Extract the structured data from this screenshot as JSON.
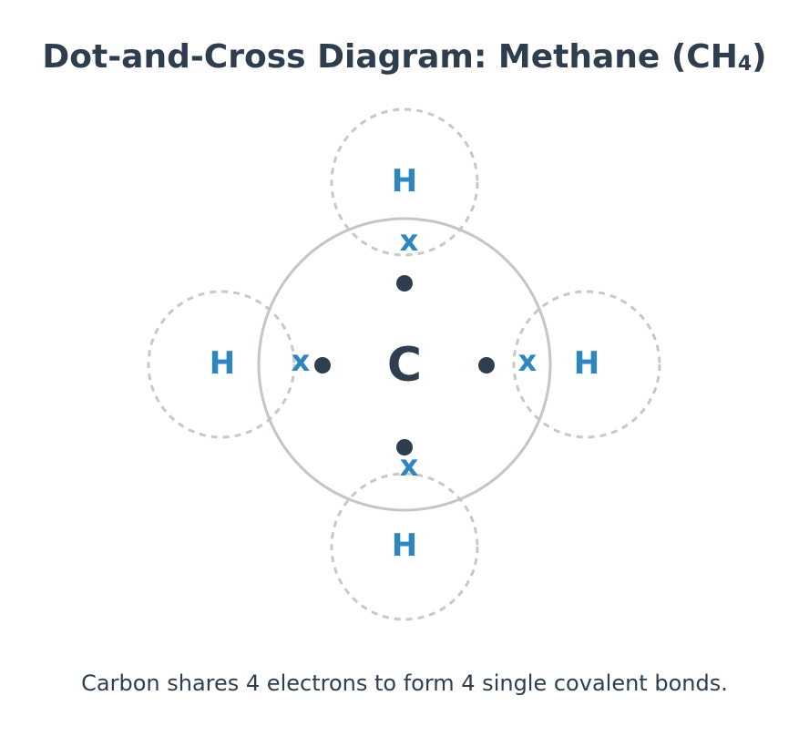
{
  "title": {
    "text": "Dot-and-Cross Diagram: Methane (CH",
    "subscript": "4",
    "close": ")"
  },
  "central_atom": {
    "symbol": "C",
    "electron_marker": "dot"
  },
  "outer_atoms": [
    {
      "symbol": "H",
      "position": "top"
    },
    {
      "symbol": "H",
      "position": "left"
    },
    {
      "symbol": "H",
      "position": "right"
    },
    {
      "symbol": "H",
      "position": "bottom"
    }
  ],
  "cross_symbol": "x",
  "caption": "Carbon shares 4 electrons to form 4 single covalent bonds.",
  "colors": {
    "title_text": "#2f3e4e",
    "hydrogen": "#2e86c1",
    "carbon": "#2f3e4e",
    "carbon_shell": "#c2c6ca",
    "hydrogen_shell": "#c8c8c8"
  }
}
